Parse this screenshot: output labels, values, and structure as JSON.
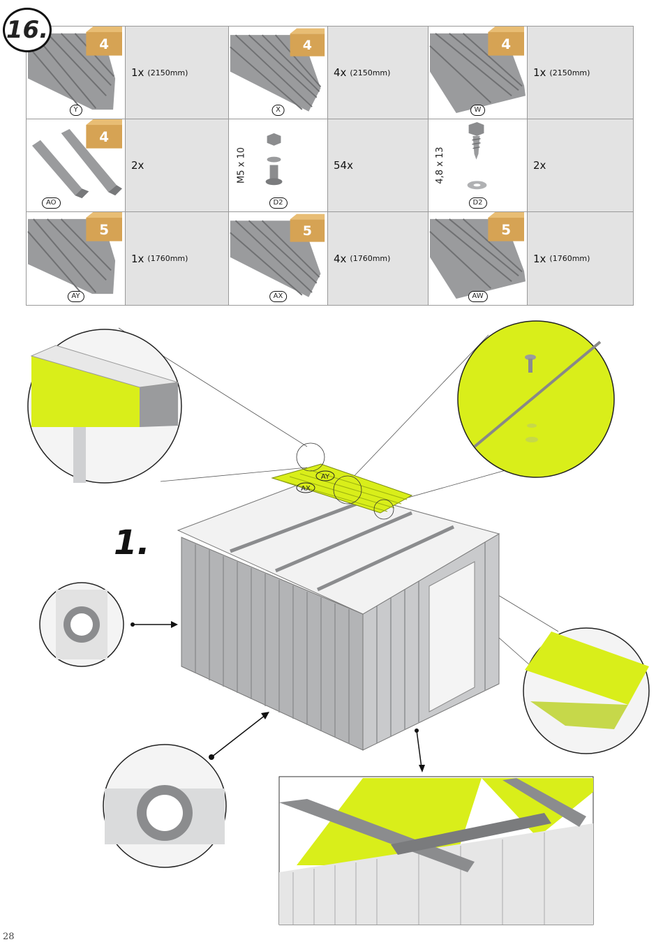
{
  "step_number": "16.",
  "sub_step": "1.",
  "page_number": "28",
  "accent_color": "#d9ee1a",
  "box_color": "#d6a354",
  "parts": [
    {
      "label": "Y",
      "box": "4",
      "qty": "1x",
      "length": "(2150mm)"
    },
    {
      "label": "X",
      "box": "4",
      "qty": "4x",
      "length": "(2150mm)"
    },
    {
      "label": "W",
      "box": "4",
      "qty": "1x",
      "length": "(2150mm)"
    },
    {
      "label": "AO",
      "box": "4",
      "qty": "2x",
      "length": ""
    },
    {
      "label": "D2",
      "box": "",
      "qty": "54x",
      "length": "",
      "hardware": "M5 x 10"
    },
    {
      "label": "D2",
      "box": "",
      "qty": "2x",
      "length": "",
      "hardware": "4,8 x 13"
    },
    {
      "label": "AY",
      "box": "5",
      "qty": "1x",
      "length": "(1760mm)"
    },
    {
      "label": "AX",
      "box": "5",
      "qty": "4x",
      "length": "(1760mm)"
    },
    {
      "label": "AW",
      "box": "5",
      "qty": "1x",
      "length": "(1760mm)"
    }
  ],
  "illustration_labels": {
    "panel_a": "AY",
    "panel_b": "AX"
  }
}
